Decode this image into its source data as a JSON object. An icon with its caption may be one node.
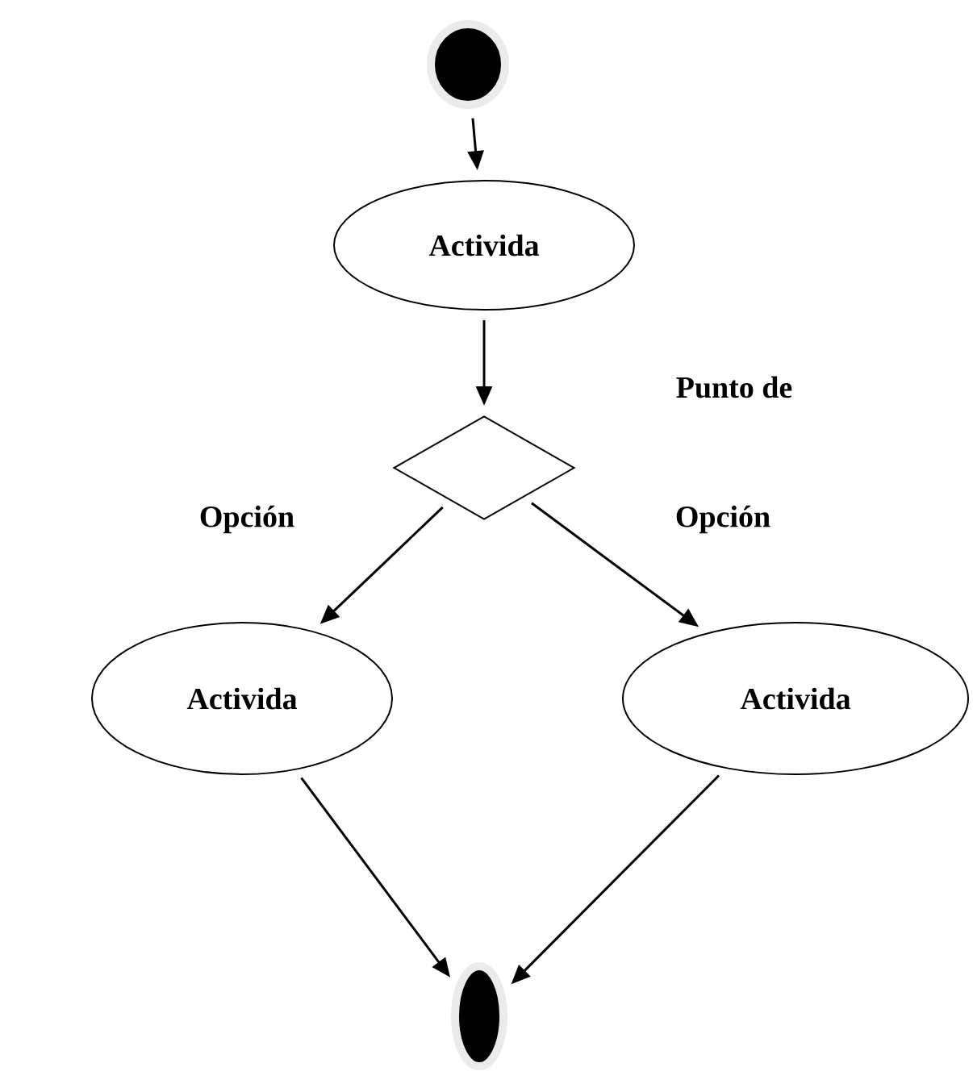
{
  "diagram": {
    "nodes": [
      {
        "text": [],
        "shape": "circle"
      },
      {
        "text": [
          "Activida"
        ]
      },
      {
        "text": [],
        "shape": "diamond"
      },
      {
        "text": [
          "Activida"
        ]
      },
      {
        "text": [
          "Activida"
        ]
      },
      {
        "text": [],
        "shape": "circle"
      }
    ],
    "edges": [
      {
        "from": 0,
        "to": 1,
        "arrow": "to"
      },
      {
        "from": 1,
        "to": 2,
        "arrow": "to"
      },
      {
        "from": 2,
        "to": 3,
        "arrow": "to"
      },
      {
        "from": 2,
        "to": 4,
        "arrow": "to"
      },
      {
        "from": 3,
        "to": 5,
        "arrow": "to"
      },
      {
        "from": 4,
        "to": 5,
        "arrow": "to"
      }
    ],
    "labels": [
      "Punto de",
      "Opción",
      "Opción"
    ]
  }
}
